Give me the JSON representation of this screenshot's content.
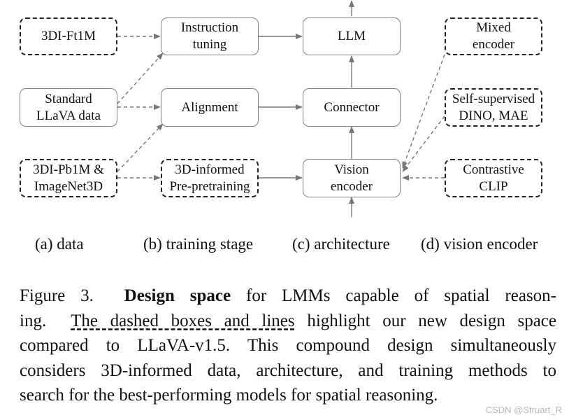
{
  "diagram": {
    "data_col": {
      "ft1m": "3DI-Ft1M",
      "llava_l1": "Standard",
      "llava_l2": "LLaVA data",
      "pb1m_l1": "3DI-Pb1M &",
      "pb1m_l2": "ImageNet3D"
    },
    "training_col": {
      "instr_l1": "Instruction",
      "instr_l2": "tuning",
      "align": "Alignment",
      "pre_l1": "3D-informed",
      "pre_l2": "Pre-pretraining"
    },
    "arch_col": {
      "llm": "LLM",
      "connector": "Connector",
      "vision_l1": "Vision",
      "vision_l2": "encoder"
    },
    "encoder_col": {
      "mixed_l1": "Mixed",
      "mixed_l2": "encoder",
      "ssl_l1": "Self-supervised",
      "ssl_l2": "DINO, MAE",
      "con_l1": "Contrastive",
      "con_l2": "CLIP"
    },
    "labels": {
      "a": "(a) data",
      "b": "(b) training stage",
      "c": "(c) architecture",
      "d": "(d) vision encoder"
    }
  },
  "caption": {
    "fig": "Figure 3.",
    "bold": "Design space",
    "rest1": "for LMMs capable of spatial reason-",
    "l2_pre": "ing.",
    "l2_ul": "The dashed boxes and lines",
    "l2_post": "highlight our new design space",
    "l3": "compared to LLaVA-v1.5. This compound design simultaneously",
    "l4": "considers 3D-informed data, architecture, and training methods to",
    "l5": "search for the best-performing models for spatial reasoning."
  },
  "watermark": "CSDN @Struart_R",
  "colors": {
    "solid_border": "#808080",
    "dashed_border": "#222222",
    "arrow": "#777777"
  }
}
